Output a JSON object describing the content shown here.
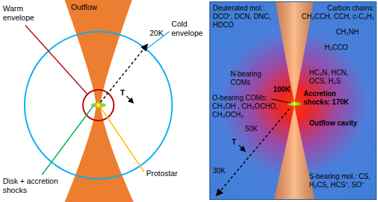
{
  "diagram": {
    "nodes": [
      {
        "text": [
          "Deuterated mol.: DCO⁺, DCN, DNC, HDCO",
          "Carbon chains: CH₃CCH, CCH, c-C₃H₂",
          "CH₂NH",
          "H₂CCO",
          "N-bearing COMs",
          "HC₃N, HCN, OCS, H₂S",
          "100K",
          "Accretion shocks: 170K",
          "O-bearing COMs: CH₃OH , CH₃OCHO, CH₃OCH₃",
          "50K",
          "Outflow cavity",
          "T",
          "30K",
          "S-bearing mol.: CS, H₂CS, HCS⁺, SO⁺"
        ]
      }
    ],
    "labels": [
      "Warm envelope",
      "Outflow",
      "Cold envelope",
      "20K",
      "T",
      "Disk + accretion shocks",
      "Protostar"
    ]
  }
}
